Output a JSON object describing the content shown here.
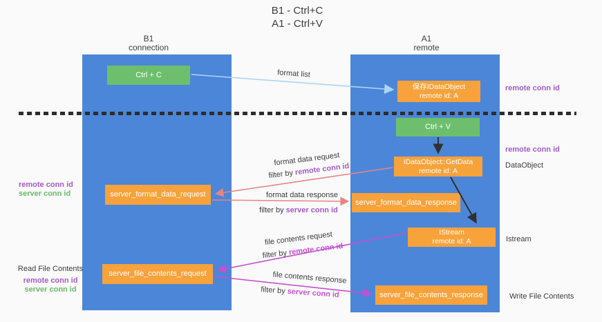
{
  "title": {
    "line1": "B1 - Ctrl+C",
    "line2": "A1 - Ctrl+V"
  },
  "lanes": {
    "left": {
      "name": "B1",
      "subtitle": "connection"
    },
    "right": {
      "name": "A1",
      "subtitle": "remote"
    }
  },
  "nodes": {
    "ctrl_c": "Ctrl + C",
    "ctrl_v": "Ctrl + V",
    "save_idataobject": {
      "line1": "保存IDataObject",
      "line2": "remote id: A"
    },
    "getdata": {
      "line1": "IDataObject::GetData",
      "line2": "remote id: A"
    },
    "format_request": "server_format_data_request",
    "format_response": "server_format_data_response",
    "istream": {
      "line1": "IStream",
      "line2": "remote id: A"
    },
    "file_request": "server_file_contents_request",
    "file_response": "server_file_contents_response"
  },
  "edges": {
    "format_list": "format list",
    "format_data_request": "format data request",
    "format_data_response": "format data response",
    "file_contents_request": "file contents request",
    "file_contents_response": "file contents response"
  },
  "labels": {
    "filter_by": "filter by ",
    "remote_conn_id": "remote conn id",
    "server_conn_id": "server conn id",
    "dataobject": "DataObject",
    "istream": "Istream",
    "read_file_contents": "Read File Contents",
    "write_file_contents": "Write File Contents"
  },
  "colors": {
    "background": "#FAFAFA",
    "lane_blue": "#4C86D8",
    "node_orange": "#F7A23B",
    "node_green": "#6DBF6D",
    "purple_label": "#A45AC8",
    "green_label": "#68BA68",
    "salmon_arrow": "#E88383",
    "magenta_arrow": "#C54FD1",
    "lightblue_arrow": "#ABD5F3",
    "black_arrow": "#303030"
  }
}
